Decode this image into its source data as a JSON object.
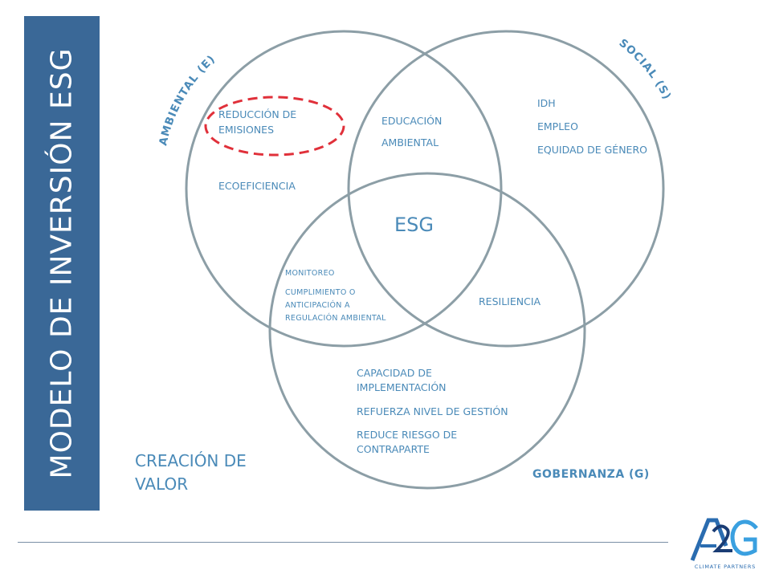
{
  "side_title": "MODELO DE INVERSIÓN  ESG",
  "circle_labels": {
    "ambiental": "AMBIENTAL (E)",
    "social": "SOCIAL (S)",
    "gobernanza": "GOBERNANZA (G)"
  },
  "ambiental_items": {
    "reduccion_line1": "REDUCCIÓN DE",
    "reduccion_line2": "EMISIONES",
    "ecoeficiencia": "ECOEFICIENCIA"
  },
  "ambiental_social": {
    "line1": "EDUCACIÓN",
    "line2": "AMBIENTAL"
  },
  "social_items": [
    "IDH",
    "EMPLEO",
    "EQUIDAD DE GÉNERO"
  ],
  "center": "ESG",
  "ambiental_gobernanza": {
    "monitoreo": "MONITOREO",
    "line1": "CUMPLIMIENTO  O",
    "line2": "ANTICIPACIÓN  A",
    "line3": "REGULACIÓN  AMBIENTAL"
  },
  "social_gobernanza": "RESILIENCIA",
  "gobernanza_items": {
    "capacidad_line1": "CAPACIDAD DE",
    "capacidad_line2": "IMPLEMENTACIÓN",
    "refuerza": "REFUERZA NIVEL DE GESTIÓN",
    "reduce_line1": "REDUCE RIESGO DE",
    "reduce_line2": "CONTRAPARTE"
  },
  "value_creation": {
    "line1": "CREACIÓN DE",
    "line2": "VALOR"
  },
  "logo": {
    "mark": "A2G",
    "text": "CLIMATE PARTNERS"
  },
  "colors": {
    "sidebar": "#3a6897",
    "text": "#4a8ab8",
    "circle_stroke": "#8c9ea6",
    "highlight": "#e0303a"
  }
}
